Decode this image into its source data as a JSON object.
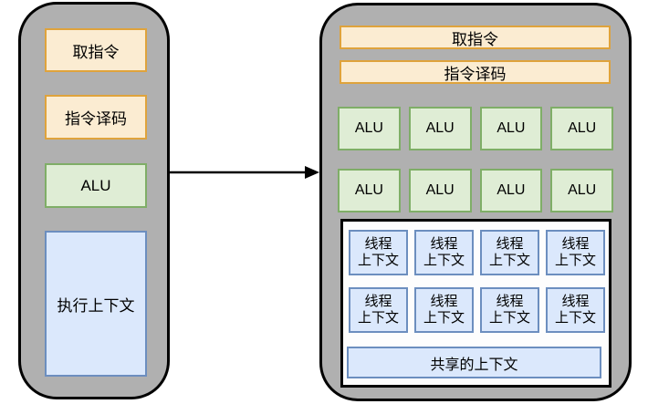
{
  "diagram": {
    "title_meaning": "single execution-context core transformed into multi-ALU, multi-thread-context core",
    "left_core": {
      "boxes": [
        {
          "label": "取指令"
        },
        {
          "label": "指令译码"
        },
        {
          "label": "ALU"
        },
        {
          "label": "执行上下文"
        }
      ]
    },
    "arrow": {
      "direction": "right"
    },
    "right_core": {
      "fetch_label": "取指令",
      "decode_label": "指令译码",
      "alu_label": "ALU",
      "alu_count": 8,
      "thread_context_label": "线程\n上下文",
      "thread_context_count": 8,
      "shared_context_label": "共享的上下文"
    },
    "colors": {
      "core_background": "#b0b0b0",
      "core_border": "#000000",
      "orange_fill": "#fbecd2",
      "orange_border": "#dfa33c",
      "green_fill": "#dfedd5",
      "green_border": "#7fae67",
      "blue_fill": "#dbe8fc",
      "blue_border": "#6c8ebf",
      "context_group_fill": "#fdfdfd",
      "context_group_border": "#000000",
      "arrow_color": "#000000"
    }
  }
}
